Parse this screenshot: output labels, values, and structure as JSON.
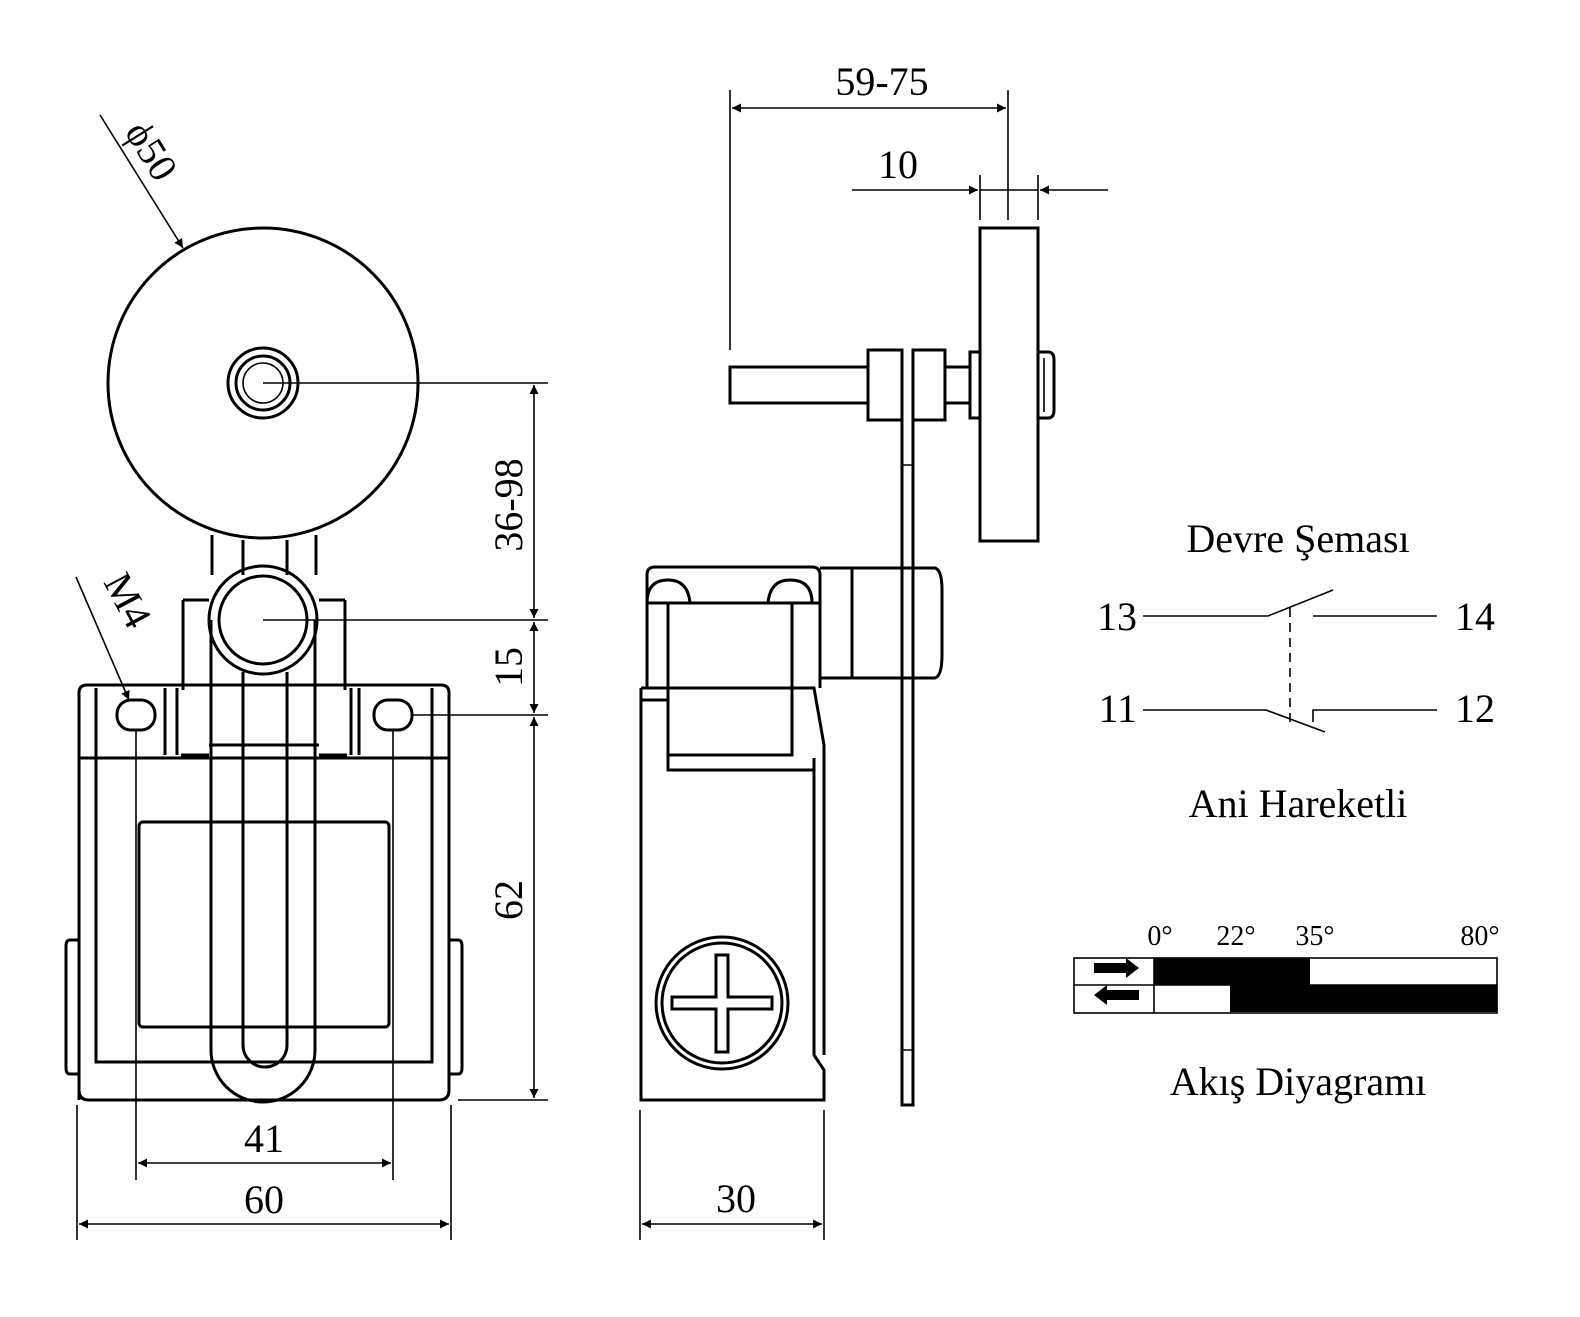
{
  "dimensions": {
    "roller_diameter": "ϕ50",
    "mount_thread": "M4",
    "adjust_range": "36-98",
    "pivot_offset": "15",
    "body_height": "62",
    "hole_spacing": "41",
    "body_width": "60",
    "body_depth": "30",
    "arm_length": "59-75",
    "roller_width": "10"
  },
  "circuit": {
    "title": "Devre Şeması",
    "terminals": {
      "t13": "13",
      "t14": "14",
      "t11": "11",
      "t12": "12"
    },
    "subtitle": "Ani Hareketli"
  },
  "flow_diagram": {
    "title": "Akış Diyagramı",
    "angles": [
      "0°",
      "22°",
      "35°",
      "80°"
    ],
    "rows": [
      {
        "direction": "forward",
        "icon": "right-arrow-icon",
        "closed_from": 0,
        "closed_to": 35,
        "max": 80
      },
      {
        "direction": "return",
        "icon": "left-arrow-icon",
        "closed_from": 22,
        "closed_to": 80,
        "max": 80
      }
    ]
  }
}
